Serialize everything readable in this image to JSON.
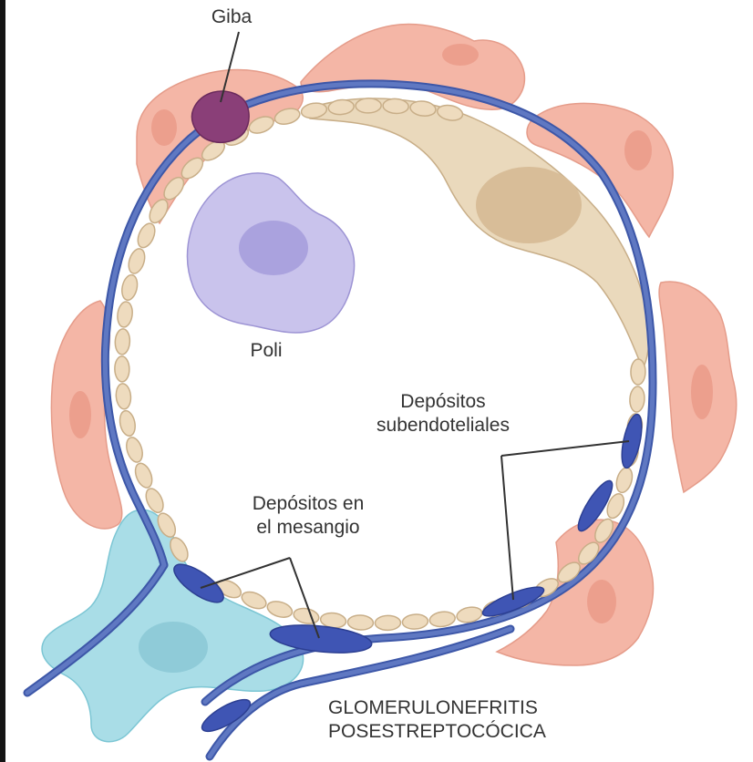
{
  "labels": {
    "giba": "Giba",
    "poli": "Poli",
    "subendothelial_line1": "Depósitos",
    "subendothelial_line2": "subendoteliales",
    "mesangial_line1": "Depósitos en",
    "mesangial_line2": "el mesangio"
  },
  "caption": {
    "line1": "GLOMERULONEFRITIS",
    "line2": "POSESTREPTOCÓCICA"
  },
  "colors": {
    "podocyte_fill": "#f4b6a6",
    "podocyte_nucleus": "#ec9f8d",
    "basement_membrane": "#5f78c2",
    "basement_membrane_dark": "#3d57a8",
    "endothelium_fill": "#eedbbe",
    "endothelium_stroke": "#c8ae88",
    "endothelial_cell_fill": "#ead9bc",
    "endothelial_nucleus": "#d8bd98",
    "polymorph_fill": "#c9c3ec",
    "polymorph_nucleus": "#aaa2de",
    "hump_fill": "#8a3f78",
    "mesangial_cell_fill": "#a9dde7",
    "mesangial_nucleus": "#8fcbd8",
    "deposit_fill": "#3f55b4"
  }
}
